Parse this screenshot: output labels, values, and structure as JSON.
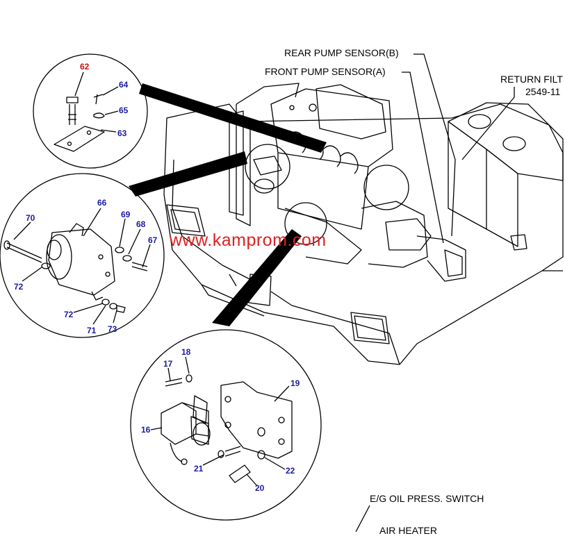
{
  "labels": {
    "rear_pump_sensor": "REAR PUMP SENSOR(B)",
    "front_pump_sensor": "FRONT PUMP SENSOR(A)",
    "return_filter_line1": "RETURN FILT",
    "return_filter_line2": "2549-11",
    "eg_oil_press_switch": "E/G OIL PRESS. SWITCH",
    "air_heater": "AIR HEATER"
  },
  "watermark": "www.kamprom.com",
  "callouts": {
    "c62": "62",
    "c63": "63",
    "c64": "64",
    "c65": "65",
    "c66": "66",
    "c67": "67",
    "c68": "68",
    "c69": "69",
    "c70": "70",
    "c71": "71",
    "c72a": "72",
    "c72b": "72",
    "c73": "73",
    "c16": "16",
    "c17": "17",
    "c18": "18",
    "c19": "19",
    "c20": "20",
    "c21": "21",
    "c22": "22"
  },
  "colors": {
    "line": "#000000",
    "callout": "#1a1aa0",
    "watermark": "#e02020",
    "highlight_callout": "#cc1010"
  }
}
